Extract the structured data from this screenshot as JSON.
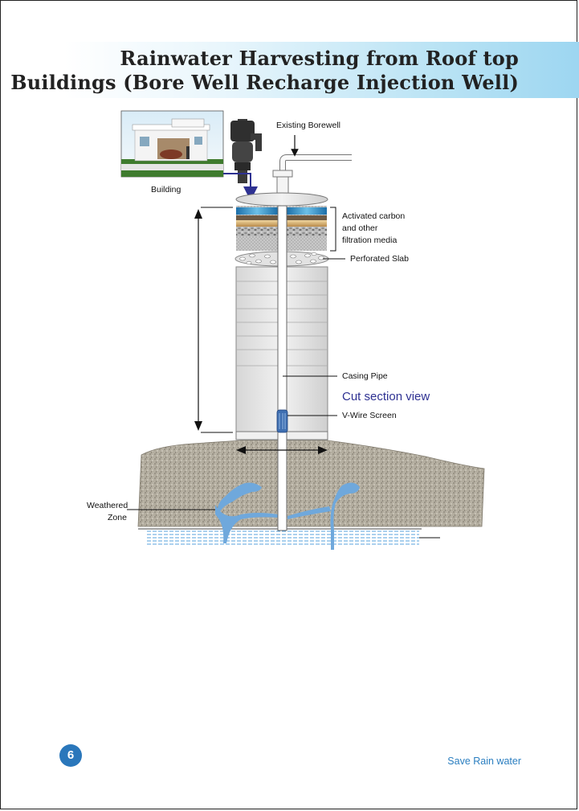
{
  "title": {
    "line1": "Rainwater Harvesting from Roof top",
    "line2": "Buildings (Bore Well Recharge Injection Well)"
  },
  "diagram": {
    "labels": {
      "building": "Building",
      "existing_borewell": "Existing Borewell",
      "filtration_line1": "Activated carbon",
      "filtration_line2": "and other",
      "filtration_line3": "filtration media",
      "perforated_slab": "Perforated Slab",
      "casing_pipe": "Casing Pipe",
      "cut_section_view": "Cut section view",
      "v_wire_screen": "V-Wire Screen",
      "weathered_line1": "Weathered",
      "weathered_line2": "Zone"
    },
    "colors": {
      "water": "#6fa8dc",
      "ground": "#b9b2a3",
      "structure": "#e6e6e6",
      "callout_blue": "#2e3192"
    }
  },
  "footer": {
    "page_number": "6",
    "tagline": "Save Rain water"
  }
}
